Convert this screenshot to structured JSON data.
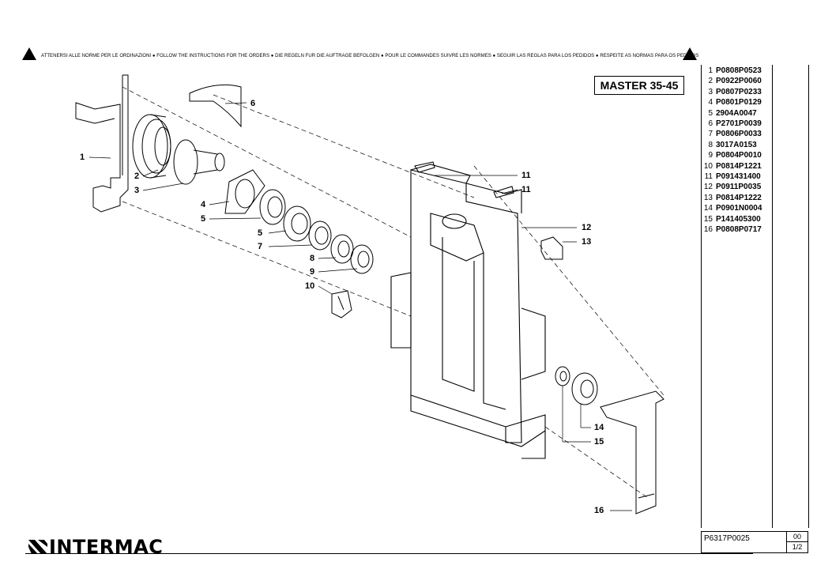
{
  "warning": "ATTENERSI ALLE NORME PER LE ORDINAZIONI ● FOLLOW THE INSTRUCTIONS FOR THE ORDERS ● DIE REGELN FUR DIE AUFTRAGE BEFOLGEN ● POUR LE COMMANDES SUIVRE LES NORMES ● SEGUIR LAS REGLAS PARA LOS PEDIDOS ● RESPEITE AS NORMAS PARA OS PEDIDOS",
  "model": "MASTER 35-45",
  "parts": [
    {
      "num": "1",
      "code": "P0808P0523"
    },
    {
      "num": "2",
      "code": "P0922P0060"
    },
    {
      "num": "3",
      "code": "P0807P0233"
    },
    {
      "num": "4",
      "code": "P0801P0129"
    },
    {
      "num": "5",
      "code": "2904A0047"
    },
    {
      "num": "6",
      "code": "P2701P0039"
    },
    {
      "num": "7",
      "code": "P0806P0033"
    },
    {
      "num": "8",
      "code": "3017A0153"
    },
    {
      "num": "9",
      "code": "P0804P0010"
    },
    {
      "num": "10",
      "code": "P0814P1221"
    },
    {
      "num": "11",
      "code": "P091431400"
    },
    {
      "num": "12",
      "code": "P0911P0035"
    },
    {
      "num": "13",
      "code": "P0814P1222"
    },
    {
      "num": "14",
      "code": "P0901N0004"
    },
    {
      "num": "15",
      "code": "P141405300"
    },
    {
      "num": "16",
      "code": "P0808P0717"
    }
  ],
  "callouts": [
    "1",
    "2",
    "3",
    "4",
    "5",
    "5",
    "6",
    "7",
    "8",
    "9",
    "10",
    "11",
    "11",
    "12",
    "13",
    "14",
    "15",
    "16"
  ],
  "brand": "INTERMAC",
  "drawing_code": "P6317P0025",
  "revision": "00",
  "sheet": "1/2"
}
